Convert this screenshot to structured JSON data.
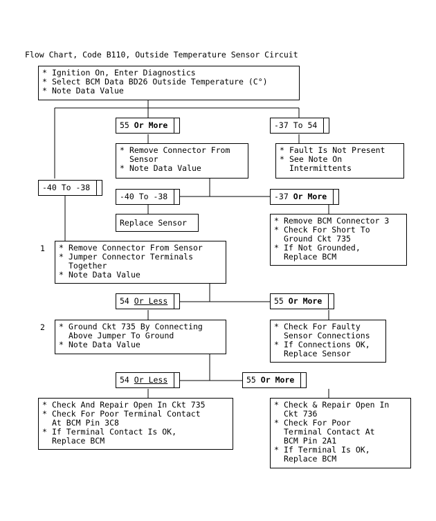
{
  "title": "Flow Chart, Code B110, Outside Temperature Sensor Circuit",
  "start_box": [
    "Ignition On, Enter Diagnostics",
    "Select BCM Data BD26 Outside Temperature (C°)",
    "Note Data Value"
  ],
  "branch_55_more": {
    "value": "55",
    "emph": "Or More"
  },
  "branch_37_54": {
    "value": "-37 To 54"
  },
  "box_remove_sensor": [
    "Remove Connector From",
    "Sensor",
    "Note Data Value"
  ],
  "box_fault_not_present": [
    "Fault Is Not Present",
    "See Note On",
    "Intermittents"
  ],
  "branch_40_38_left": {
    "value": "-40 To -38"
  },
  "branch_40_38_mid": {
    "value": "-40 To -38"
  },
  "branch_37_more": {
    "value": "-37",
    "emph": "Or More"
  },
  "box_replace_sensor": "Replace Sensor",
  "box_remove_bcm": [
    "Remove BCM Connector 3",
    "Check For Short To",
    "Ground Ckt 735",
    "If Not Grounded,",
    "Replace BCM"
  ],
  "step1": {
    "num": "1",
    "lines": [
      "Remove Connector From Sensor",
      "Jumper Connector Terminals",
      "Together",
      "Note Data Value"
    ]
  },
  "branch_54_less_1": {
    "value": "54",
    "emph": "Or Less"
  },
  "branch_55_more_1": {
    "value": "55",
    "emph": "Or More"
  },
  "step2": {
    "num": "2",
    "lines": [
      "Ground Ckt 735 By Connecting",
      "Above Jumper To Ground",
      "Note Data Value"
    ]
  },
  "box_faulty_conn": [
    "Check For Faulty",
    "Sensor Connections",
    "If Connections OK,",
    "Replace Sensor"
  ],
  "branch_54_less_2": {
    "value": "54",
    "emph": "Or Less"
  },
  "branch_55_more_2": {
    "value": "55",
    "emph": "Or More"
  },
  "box_repair_735": [
    "Check And Repair Open In Ckt 735",
    "Check For Poor Terminal Contact",
    "At BCM Pin 3C8",
    "If Terminal Contact Is OK,",
    "Replace BCM"
  ],
  "box_repair_736": [
    "Check & Repair Open In",
    "Ckt 736",
    "Check For Poor",
    "Terminal Contact At",
    "BCM Pin 2A1",
    "If Terminal Is OK,",
    "Replace BCM"
  ],
  "bullet": "*"
}
